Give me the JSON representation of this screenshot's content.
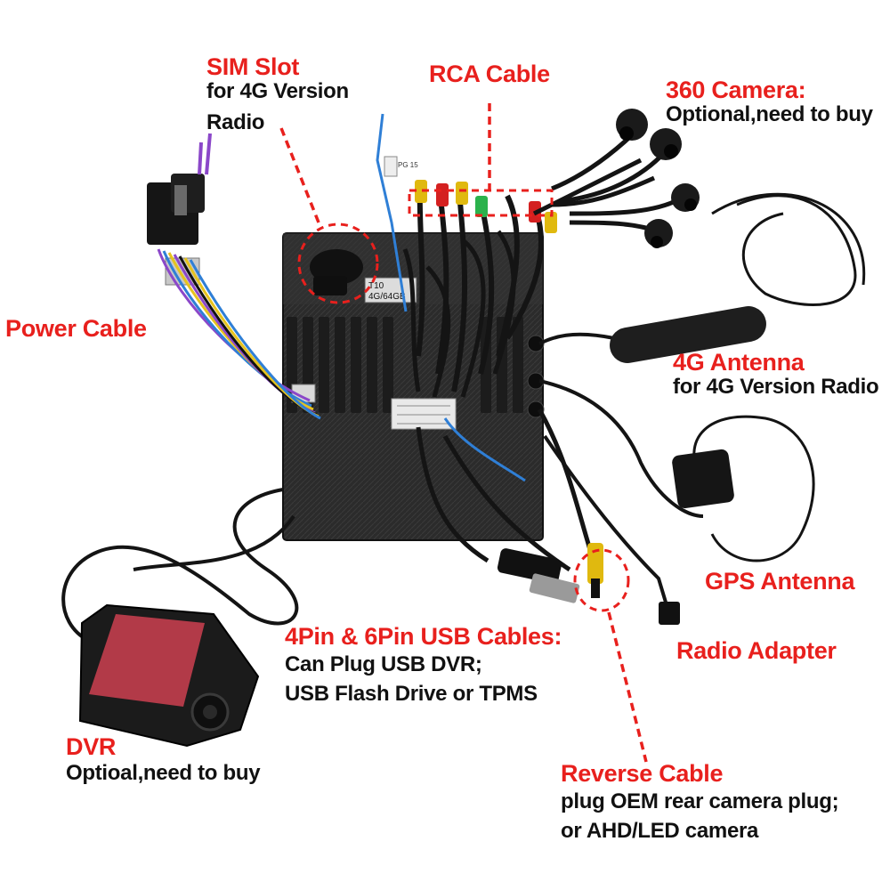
{
  "colors": {
    "accent_red": "#e8201d",
    "text_dark": "#111111",
    "unit_body": "#2b2b2b",
    "cable": "#141414",
    "wire_blue": "#2f7fd6",
    "wire_purple": "#8b47c9",
    "wire_yellow": "#e6c31e",
    "dvr_pad": "#b23a48"
  },
  "icons": {
    "unit": "radio-head-unit",
    "camera": "360-camera-icon",
    "antenna_4g": "4g-antenna-icon",
    "gps": "gps-antenna-icon",
    "dvr": "dvr-camera-icon",
    "connector": "rca-connector-icon"
  },
  "unit": {
    "sticker_line1": "T10",
    "sticker_line2": "4G/64GB",
    "tag": "PG 15"
  },
  "labels": {
    "sim_slot": {
      "title": "SIM Slot",
      "desc": [
        "for 4G Version",
        "Radio"
      ]
    },
    "rca_cable": {
      "title": "RCA Cable"
    },
    "camera_360": {
      "title": "360 Camera:",
      "desc": [
        "Optional,need to buy"
      ]
    },
    "power_cable": {
      "title": "Power Cable"
    },
    "antenna_4g": {
      "title": "4G Antenna",
      "desc": [
        "for 4G Version Radio"
      ]
    },
    "gps_antenna": {
      "title": "GPS Antenna"
    },
    "radio_adapter": {
      "title": "Radio Adapter"
    },
    "usb_cables": {
      "title": "4Pin & 6Pin USB Cables:",
      "desc": [
        "Can Plug USB DVR;",
        "USB Flash Drive or TPMS"
      ]
    },
    "dvr": {
      "title": "DVR",
      "desc": [
        "Optioal,need to buy"
      ]
    },
    "reverse_cable": {
      "title": "Reverse Cable",
      "desc": [
        "plug OEM rear camera plug;",
        "or AHD/LED camera"
      ]
    }
  }
}
